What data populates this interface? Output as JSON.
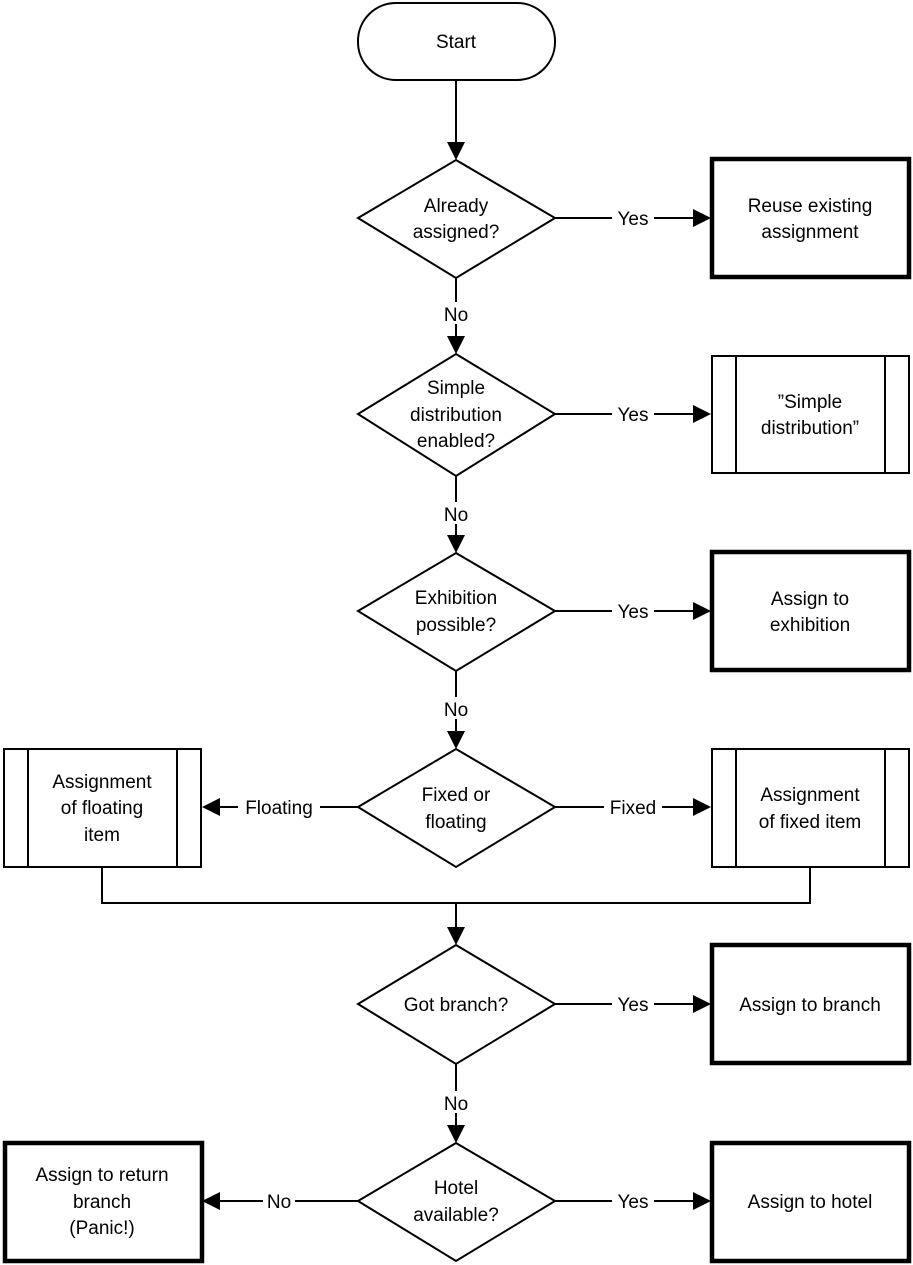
{
  "nodes": {
    "start": "Start",
    "already_assigned": [
      "Already",
      "assigned?"
    ],
    "reuse": [
      "Reuse existing",
      "assignment"
    ],
    "simple_enabled": [
      "Simple",
      "distribution",
      "enabled?"
    ],
    "simple_dist": [
      "”Simple",
      "distribution”"
    ],
    "exhibition_possible": [
      "Exhibition",
      "possible?"
    ],
    "assign_exhibition": [
      "Assign to",
      "exhibition"
    ],
    "fixed_or_floating": [
      "Fixed or",
      "floating"
    ],
    "floating_item": [
      "Assignment",
      "of floating",
      "item"
    ],
    "fixed_item": [
      "Assignment",
      "of fixed item"
    ],
    "got_branch": "Got branch?",
    "assign_branch": "Assign to branch",
    "hotel_available": [
      "Hotel",
      "available?"
    ],
    "assign_hotel": "Assign to hotel",
    "return_branch": [
      "Assign to return",
      "branch",
      "(Panic!)"
    ]
  },
  "edges": {
    "yes": "Yes",
    "no": "No",
    "floating": "Floating",
    "fixed": "Fixed"
  }
}
